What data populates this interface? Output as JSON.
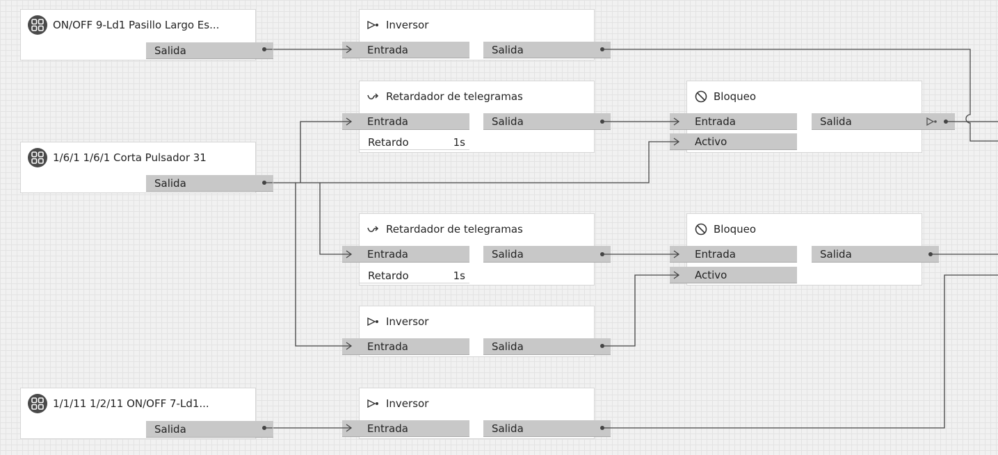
{
  "colors": {
    "wire": "#444444",
    "port_bg": "#c8c8c8",
    "canvas_bg": "#f1f1f1",
    "grid": "#e3e3e3"
  },
  "devices": [
    {
      "title": "ON/OFF 9-Ld1 Pasillo Largo Es...",
      "output": "Salida",
      "icon": "device-group-icon"
    },
    {
      "title": "1/6/1  1/6/1  Corta Pulsador 31",
      "output": "Salida",
      "icon": "device-group-icon"
    },
    {
      "title": "1/1/11  1/2/11  ON/OFF 7-Ld1...",
      "output": "Salida",
      "icon": "device-group-icon"
    }
  ],
  "inverter_1": {
    "title": "Inversor",
    "input": "Entrada",
    "output": "Salida",
    "icon": "inverter-icon"
  },
  "inverter_2": {
    "title": "Inversor",
    "input": "Entrada",
    "output": "Salida",
    "icon": "inverter-icon"
  },
  "inverter_3": {
    "title": "Inversor",
    "input": "Entrada",
    "output": "Salida",
    "icon": "inverter-icon"
  },
  "delay_1": {
    "title": "Retardador de telegramas",
    "input": "Entrada",
    "output": "Salida",
    "param_label": "Retardo",
    "param_value": "1s",
    "icon": "delay-icon"
  },
  "delay_2": {
    "title": "Retardador de telegramas",
    "input": "Entrada",
    "output": "Salida",
    "param_label": "Retardo",
    "param_value": "1s",
    "icon": "delay-icon"
  },
  "block_1": {
    "title": "Bloqueo",
    "input": "Entrada",
    "output": "Salida",
    "enable": "Activo",
    "icon": "block-icon"
  },
  "block_2": {
    "title": "Bloqueo",
    "input": "Entrada",
    "output": "Salida",
    "enable": "Activo",
    "icon": "block-icon"
  }
}
